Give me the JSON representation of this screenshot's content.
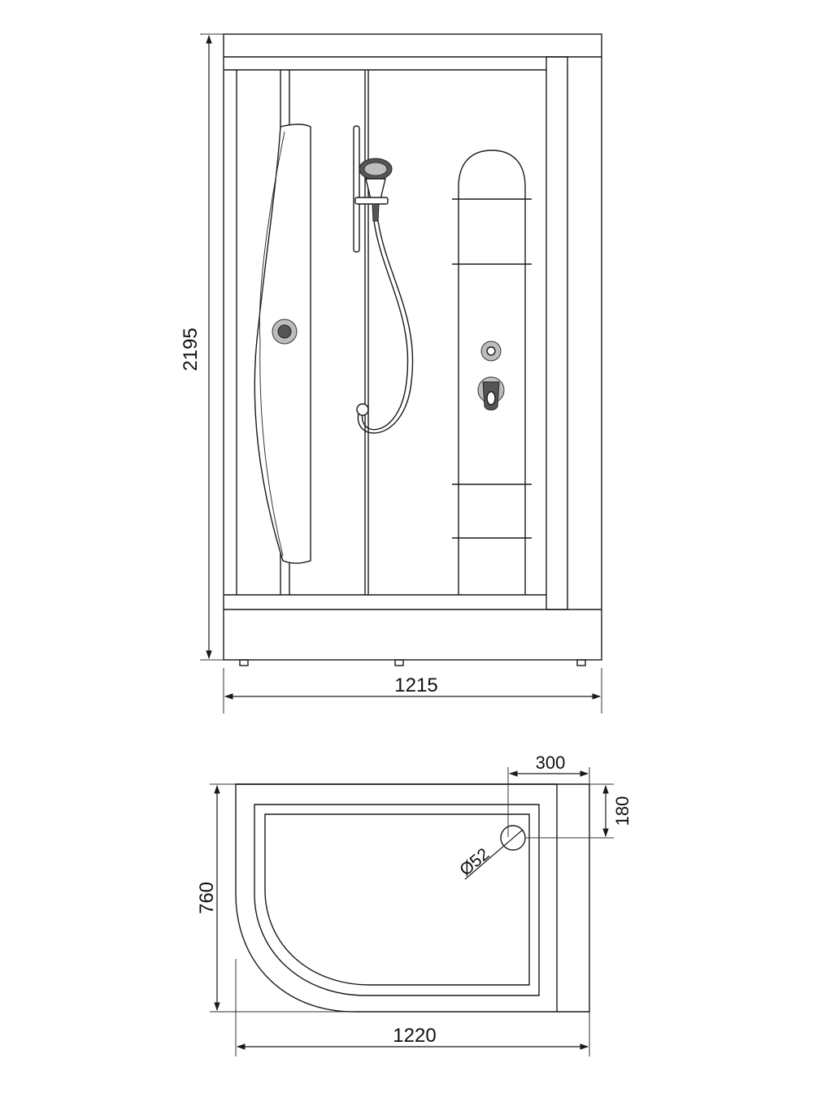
{
  "front_view": {
    "height_label": "2195",
    "width_label": "1215"
  },
  "plan_view": {
    "depth_label": "760",
    "width_label": "1220",
    "drain_x_label": "300",
    "drain_y_label": "180",
    "drain_diameter_label": "Ø52"
  },
  "colors": {
    "line": "#1a1a1a",
    "background": "#ffffff",
    "fitting_gray": "#bdbdbd"
  }
}
